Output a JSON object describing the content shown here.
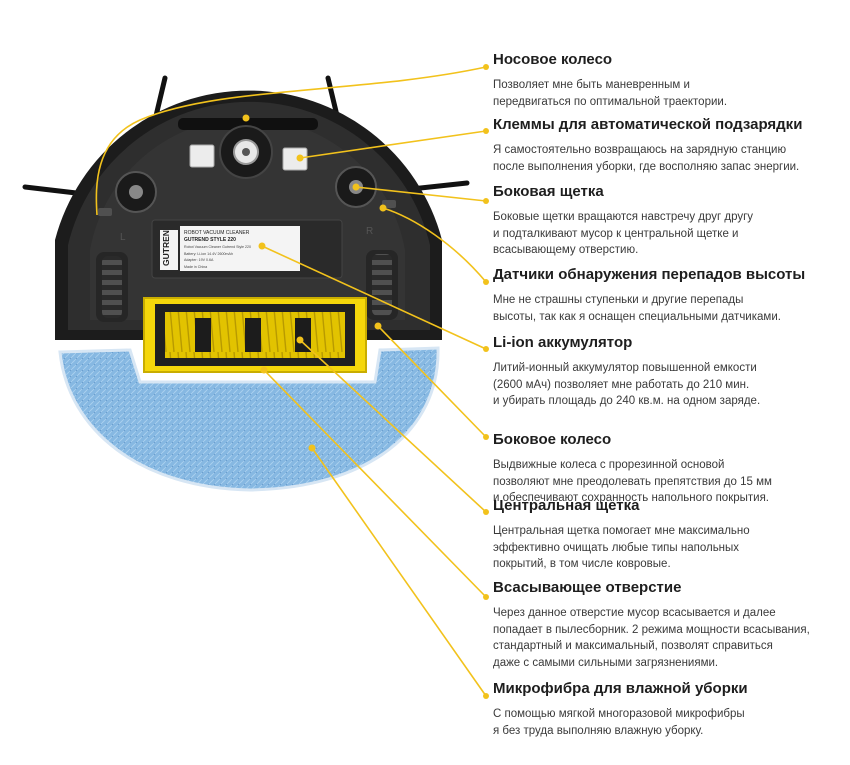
{
  "robot_label": {
    "brand": "GUTREN",
    "line1": "ROBOT VACUUM CLEANER",
    "line2": "GUTREND STYLE 220",
    "line3": "Robot Vacuum Cleaner Gutrend Style 220",
    "line4": "Battery: Li-ion 14.4V 2600mAh",
    "line5": "Adapter: 19V 0.6A",
    "line6": "Made in China"
  },
  "wheel_marks": {
    "left": "L",
    "right": "R"
  },
  "colors": {
    "accent": "#f2c21c",
    "body": "#202020",
    "mop": "#7fb2de",
    "brush": "#f5d90a"
  },
  "features": [
    {
      "title": "Носовое колесо",
      "desc": "Позволяет мне быть маневренным и\nпередвигаться по оптимальной траектории."
    },
    {
      "title": "Клеммы для автоматической подзарядки",
      "desc": "Я самостоятельно возвращаюсь на зарядную станцию\nпосле выполнения уборки, где восполняю запас энергии."
    },
    {
      "title": "Боковая щетка",
      "desc": "Боковые щетки вращаются навстречу друг другу\nи подталкивают мусор к центральной щетке и\nвсасывающему отверстию."
    },
    {
      "title": "Датчики обнаружения перепадов высоты",
      "desc": "Мне не страшны ступеньки и другие перепады\nвысоты, так как я оснащен специальными датчиками."
    },
    {
      "title": "Li-ion аккумулятор",
      "desc": "Литий-ионный аккумулятор повышенной емкости\n(2600 мАч) позволяет мне работать до 210 мин.\nи убирать площадь до 240 кв.м. на одном заряде."
    },
    {
      "title": "Боковое колесо",
      "desc": "Выдвижные колеса с прорезинной основой\nпозволяют мне преодолевать препятствия до 15 мм\nи обеспечивают сохранность напольного покрытия."
    },
    {
      "title": "Центральная щетка",
      "desc": "Центральная щетка помогает мне максимально\nэффективно очищать любые типы напольных\nпокрытий, в том числе ковровые."
    },
    {
      "title": "Всасывающее отверстие",
      "desc": "Через данное отверстие мусор всасывается и далее\nпопадает в пылесборник. 2 режима мощности всасывания,\nстандартный и максимальный, позволят справиться\nдаже с самыми сильными загрязнениями."
    },
    {
      "title": "Микрофибра для влажной уборки",
      "desc": "С помощью мягкой многоразовой микрофибры\nя без труда выполняю влажную уборку."
    }
  ]
}
